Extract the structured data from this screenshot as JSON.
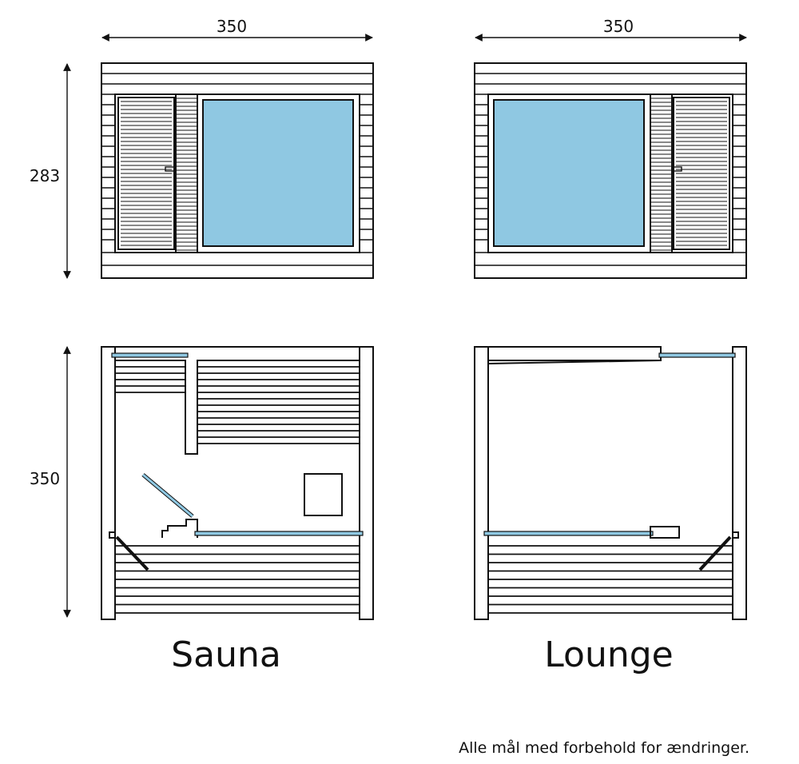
{
  "dimensions": {
    "sauna_width": "350",
    "lounge_width": "350",
    "height": "283",
    "depth": "350"
  },
  "labels": {
    "sauna": "Sauna",
    "lounge": "Lounge"
  },
  "disclaimer": "Alle mål med forbehold for ændringer.",
  "colors": {
    "glass": "#8fc8e2",
    "line": "#111111",
    "background": "#ffffff"
  }
}
